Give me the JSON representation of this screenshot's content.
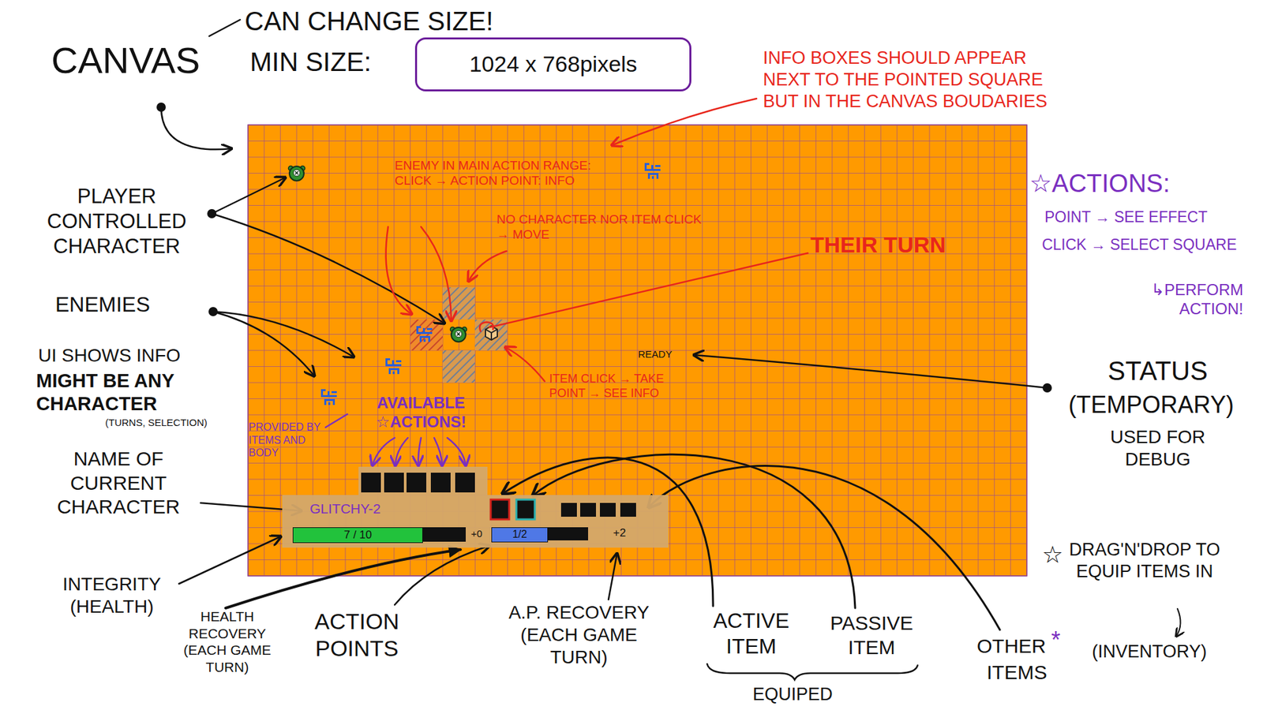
{
  "diagram": {
    "nodes": [
      {
        "text": [
          "1024 x 768pixels"
        ]
      },
      {
        "text": [
          "GLITCHY-2",
          "+0",
          "+2"
        ]
      },
      {
        "text": [
          "7 / 10"
        ],
        "in": 1
      },
      {
        "text": [
          "1/2"
        ],
        "in": 1
      }
    ],
    "labels": [
      "CANVAS",
      "CAN CHANGE SIZE!",
      "MIN SIZE:",
      "INFO BOXES SHOULD APPEAR NEXT TO THE POINTED SQUARE BUT IN THE CANVAS BOUDARIES",
      "ENEMY IN MAIN ACTION RANGE: CLICK → ACTION POINT: INFO",
      "☆ACTIONS:",
      "POINT → SEE EFFECT",
      "CLICK → SELECT SQUARE",
      "↳PERFORM ACTION!",
      "PLAYER CONTROLLED CHARACTER",
      "NO CHARACTER NOR ITEM CLICK → MOVE",
      "THEIR TURN",
      "ENEMIES",
      "READY",
      "UI SHOWS INFO",
      "MIGHT BE ANY CHARACTER",
      "(TURNS, SELECTION)",
      "ITEM CLICK → TAKE POINT → SEE INFO",
      "STATUS",
      "(TEMPORARY)",
      "USED FOR DEBUG",
      "AVAILABLE ☆ACTIONS!",
      "PROVIDED BY ITEMS AND BODY",
      "NAME OF CURRENT CHARACTER",
      "☆",
      "DRAG'N'DROP TO EQUIP ITEMS IN",
      "INTEGRITY (HEALTH)",
      "HEALTH RECOVERY (EACH GAME TURN)",
      "ACTION POINTS",
      "A.P. RECOVERY (EACH GAME TURN)",
      "ACTIVE ITEM",
      "PASSIVE ITEM",
      "OTHER",
      "*",
      "ITEMS",
      "(INVENTORY)",
      "EQUIPED"
    ]
  }
}
